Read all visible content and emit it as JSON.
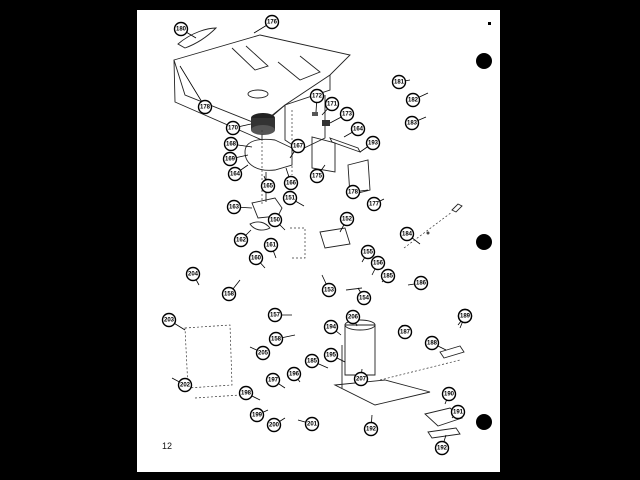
{
  "page": {
    "page_number": "12",
    "background": "#ffffff",
    "border": "#000000"
  },
  "callouts": [
    {
      "id": "180",
      "label": "180",
      "target": "top-handle"
    },
    {
      "id": "176",
      "label": "176",
      "target": "top-clip"
    },
    {
      "id": "178a",
      "label": "178",
      "target": "cabinet-screws"
    },
    {
      "id": "170",
      "label": "170",
      "target": "blower-wheel"
    },
    {
      "id": "168",
      "label": "168",
      "target": "blower-clip"
    },
    {
      "id": "169",
      "label": "169",
      "target": "blower-screw"
    },
    {
      "id": "164",
      "label": "164",
      "target": "blower-housing"
    },
    {
      "id": "165",
      "label": "165",
      "target": "shaft-screw"
    },
    {
      "id": "166",
      "label": "166",
      "target": "bracket"
    },
    {
      "id": "167",
      "label": "167",
      "target": "bracket-top"
    },
    {
      "id": "172",
      "label": "172",
      "target": "switch-pin"
    },
    {
      "id": "171",
      "label": "171",
      "target": "switch-plate"
    },
    {
      "id": "173",
      "label": "173",
      "target": "switch"
    },
    {
      "id": "164b",
      "label": "164",
      "target": "switch-screw"
    },
    {
      "id": "193",
      "label": "193",
      "target": "rail"
    },
    {
      "id": "175",
      "label": "175",
      "target": "frame"
    },
    {
      "id": "178b",
      "label": "178",
      "target": "panel"
    },
    {
      "id": "177",
      "label": "177",
      "target": "panel-screw"
    },
    {
      "id": "181",
      "label": "181",
      "target": "knob"
    },
    {
      "id": "182",
      "label": "182",
      "target": "knob-shaft"
    },
    {
      "id": "183",
      "label": "183",
      "target": "knob-spring"
    },
    {
      "id": "163",
      "label": "163",
      "target": "motor"
    },
    {
      "id": "151",
      "label": "151",
      "target": "grommet"
    },
    {
      "id": "162",
      "label": "162",
      "target": "fan-blade"
    },
    {
      "id": "150",
      "label": "150",
      "target": "relay"
    },
    {
      "id": "152",
      "label": "152",
      "target": "bracket-plate"
    },
    {
      "id": "184",
      "label": "184",
      "target": "spring-rod"
    },
    {
      "id": "161",
      "label": "161",
      "target": "clip"
    },
    {
      "id": "160",
      "label": "160",
      "target": "screw"
    },
    {
      "id": "204",
      "label": "204",
      "target": "fitting"
    },
    {
      "id": "158a",
      "label": "158",
      "target": "tube"
    },
    {
      "id": "155",
      "label": "155",
      "target": "valve"
    },
    {
      "id": "156",
      "label": "156",
      "target": "valve-screw"
    },
    {
      "id": "185a",
      "label": "185",
      "target": "pin"
    },
    {
      "id": "186",
      "label": "186",
      "target": "bolt"
    },
    {
      "id": "153",
      "label": "153",
      "target": "bracket-arm"
    },
    {
      "id": "154",
      "label": "154",
      "target": "rod"
    },
    {
      "id": "157",
      "label": "157",
      "target": "coupling"
    },
    {
      "id": "158b",
      "label": "158",
      "target": "line"
    },
    {
      "id": "203",
      "label": "203",
      "target": "tank"
    },
    {
      "id": "205",
      "label": "205",
      "target": "nut"
    },
    {
      "id": "202",
      "label": "202",
      "target": "drain"
    },
    {
      "id": "206",
      "label": "206",
      "target": "compressor-top"
    },
    {
      "id": "194",
      "label": "194",
      "target": "tube-a"
    },
    {
      "id": "195",
      "label": "195",
      "target": "tube-b"
    },
    {
      "id": "207",
      "label": "207",
      "target": "compressor"
    },
    {
      "id": "187a",
      "label": "187",
      "target": "mount"
    },
    {
      "id": "185b",
      "label": "185",
      "target": "screw-b"
    },
    {
      "id": "185c",
      "label": "185",
      "target": "screw-c"
    },
    {
      "id": "196",
      "label": "196",
      "target": "sensor"
    },
    {
      "id": "197",
      "label": "197",
      "target": "fitting-b"
    },
    {
      "id": "198",
      "label": "198",
      "target": "bracket-b"
    },
    {
      "id": "199",
      "label": "199",
      "target": "washer"
    },
    {
      "id": "200",
      "label": "200",
      "target": "nut-b"
    },
    {
      "id": "201",
      "label": "201",
      "target": "bolt-b"
    },
    {
      "id": "192",
      "label": "192",
      "target": "base-rail"
    },
    {
      "id": "187b",
      "label": "187",
      "target": "terminal"
    },
    {
      "id": "188",
      "label": "188",
      "target": "terminal-block"
    },
    {
      "id": "189",
      "label": "189",
      "target": "terminal-screw"
    },
    {
      "id": "190",
      "label": "190",
      "target": "base-screw"
    },
    {
      "id": "191",
      "label": "191",
      "target": "base-plate"
    },
    {
      "id": "192b",
      "label": "192",
      "target": "capacitor"
    }
  ]
}
